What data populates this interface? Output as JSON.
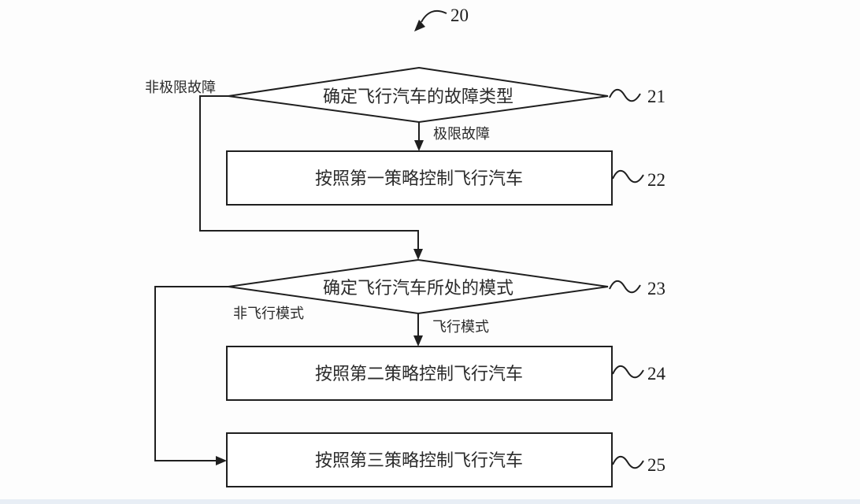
{
  "figure": {
    "reference_number": "20",
    "nodes": {
      "decision_fault_type": {
        "text": "确定飞行汽车的故障类型",
        "ref": "21",
        "type": "decision"
      },
      "process_strategy_1": {
        "text": "按照第一策略控制飞行汽车",
        "ref": "22",
        "type": "process"
      },
      "decision_mode": {
        "text": "确定飞行汽车所处的模式",
        "ref": "23",
        "type": "decision"
      },
      "process_strategy_2": {
        "text": "按照第二策略控制飞行汽车",
        "ref": "24",
        "type": "process"
      },
      "process_strategy_3": {
        "text": "按照第三策略控制飞行汽车",
        "ref": "25",
        "type": "process"
      }
    },
    "edge_labels": {
      "non_extreme_fault": "非极限故障",
      "extreme_fault": "极限故障",
      "non_flight_mode": "非飞行模式",
      "flight_mode": "飞行模式"
    },
    "colors": {
      "line": "#1f1f1f",
      "text": "#2b2b2b",
      "background": "#fdfdfd",
      "bottom_strip": "#e8eef5"
    }
  }
}
